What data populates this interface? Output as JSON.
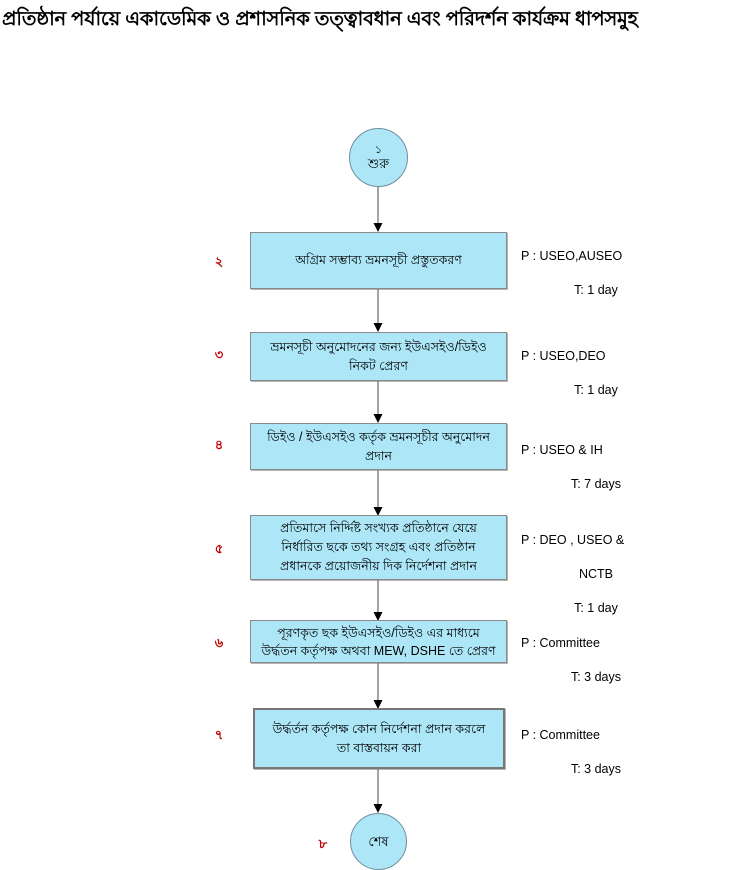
{
  "diagram": {
    "title": "প্রতিষ্ঠান পর্যায়ে একাডেমিক ও প্রশাসনিক তত্ত্বাবধান এবং পরিদর্শন কার্যক্রম ধাপসমুহ",
    "type": "flowchart",
    "orientation": "vertical",
    "colors": {
      "node_fill": "#ACE6F7",
      "node_border": "#8a8a8a",
      "step_number": "#C00000",
      "connector": "#595959",
      "text": "#000000",
      "background": "#FFFFFF"
    },
    "start_node": {
      "number": "১",
      "label": "শুরু",
      "shape": "circle"
    },
    "end_node": {
      "number": "৮",
      "label": "শেষ",
      "shape": "circle"
    },
    "steps": [
      {
        "number": "২",
        "lines": [
          "অগ্রিম সম্ভাব্য ভ্রমনসূচী প্রস্তুতকরণ"
        ],
        "responsible": "P : USEO,AUSEO",
        "time": "T: 1 day"
      },
      {
        "number": "৩",
        "lines": [
          "ভ্রমনসূচী অনুমোদনের জন্য ইউএসইও/ডিইও",
          "নিকট  প্রেরণ"
        ],
        "responsible": "P : USEO,DEO",
        "time": "T: 1 day"
      },
      {
        "number": "৪",
        "lines": [
          "ডিইও / ইউএসইও কর্তৃক ভ্রমনসূচীর অনুমোদন",
          "প্রদান"
        ],
        "responsible": "P : USEO & IH",
        "time": "T: 7 days"
      },
      {
        "number": "৫",
        "lines": [
          "প্রতিমাসে নির্দ্দিষ্ট সংখ্যক প্রতিষ্ঠানে যেয়ে",
          "নির্ধারিত ছকে তথ্য সংগ্রহ এবং প্রতিষ্ঠান",
          "প্রধানকে প্রয়োজনীয় দিক নির্দেশনা প্রদান"
        ],
        "responsible": "P : DEO , USEO &",
        "responsible_cont": "NCTB",
        "time": "T: 1 day"
      },
      {
        "number": "৬",
        "lines": [
          "পূরণকৃত ছক ইউএসইও/ডিইও  এর মাধ্যমে",
          "উর্দ্ধতন কর্তৃপক্ষ অথবা MEW, DSHE তে প্রেরণ"
        ],
        "responsible": "P : Committee",
        "time": "T: 3 days"
      },
      {
        "number": "৭",
        "lines": [
          "উর্দ্ধর্তন কর্তৃপক্ষ কোন নির্দেশনা প্রদান করলে",
          "তা বাস্তবায়ন করা"
        ],
        "responsible": "P : Committee",
        "time": "T: 3 days"
      }
    ]
  }
}
